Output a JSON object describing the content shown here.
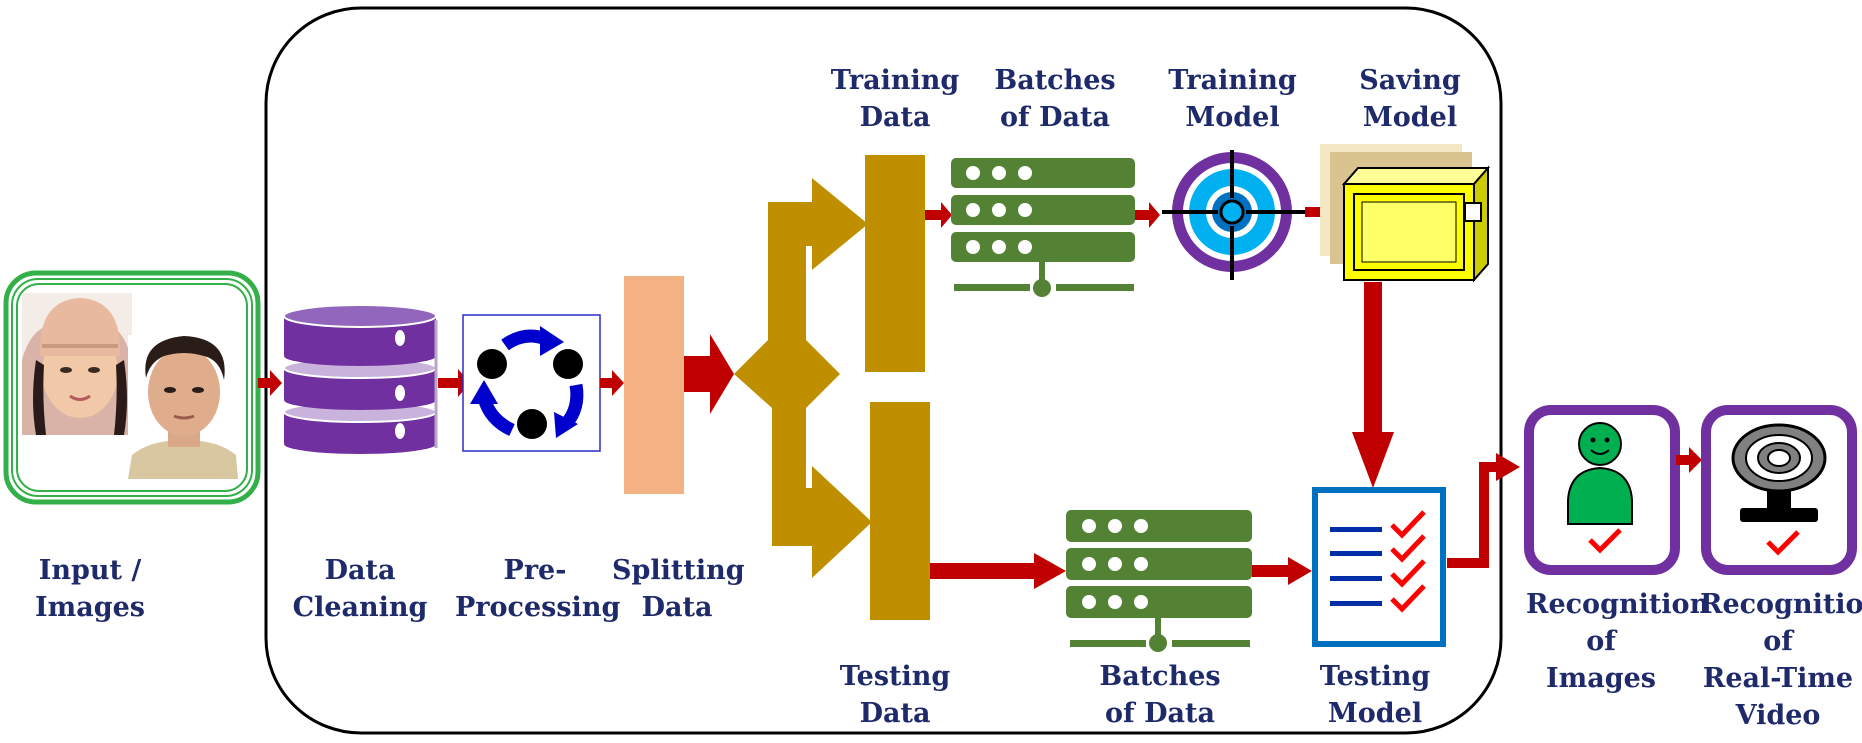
{
  "colors": {
    "label_text": "#1f2a6b",
    "flow_arrow": "#c00000",
    "split_gold": "#bf8f00",
    "database_purple": "#7030a0",
    "server_green": "#548235",
    "preprocess_blue": "#0000cc",
    "splitter_peach": "#f4b183",
    "input_frame_green": "#33b04a",
    "target_blue": "#00b0f0",
    "save_yellow": "#ffff00",
    "testing_frame_blue": "#0070c0",
    "check_red": "#ff0000",
    "recognition_frame_purple": "#7030a0"
  },
  "stages": {
    "input": {
      "line1": "Input /",
      "line2": "Images",
      "icon": "face-photos-icon"
    },
    "cleaning": {
      "line1": "Data",
      "line2": "Cleaning",
      "icon": "database-icon"
    },
    "preprocessing": {
      "line1": "Pre-",
      "line2": "Processing",
      "icon": "cycle-arrows-icon"
    },
    "splitting": {
      "line1": "Splitting",
      "line2": "Data",
      "icon": "splitter-bar-icon"
    },
    "training_data": {
      "line1": "Training",
      "line2": "Data"
    },
    "batches_top": {
      "line1": "Batches",
      "line2": "of Data",
      "icon": "server-rack-icon"
    },
    "training_model": {
      "line1": "Training",
      "line2": "Model",
      "icon": "target-crosshair-icon"
    },
    "saving_model": {
      "line1": "Saving",
      "line2": "Model",
      "icon": "safe-box-icon"
    },
    "testing_data": {
      "line1": "Testing",
      "line2": "Data"
    },
    "batches_bottom": {
      "line1": "Batches",
      "line2": "of Data",
      "icon": "server-rack-icon"
    },
    "testing_model": {
      "line1": "Testing",
      "line2": "Model",
      "icon": "checklist-icon"
    },
    "recognition_images": {
      "line1": "Recognition",
      "line2": "of",
      "line3": "Images",
      "icon": "person-check-icon"
    },
    "recognition_video": {
      "line1": "Recognition",
      "line2": "of",
      "line3": "Real-Time",
      "line4": "Video",
      "icon": "webcam-check-icon"
    }
  }
}
